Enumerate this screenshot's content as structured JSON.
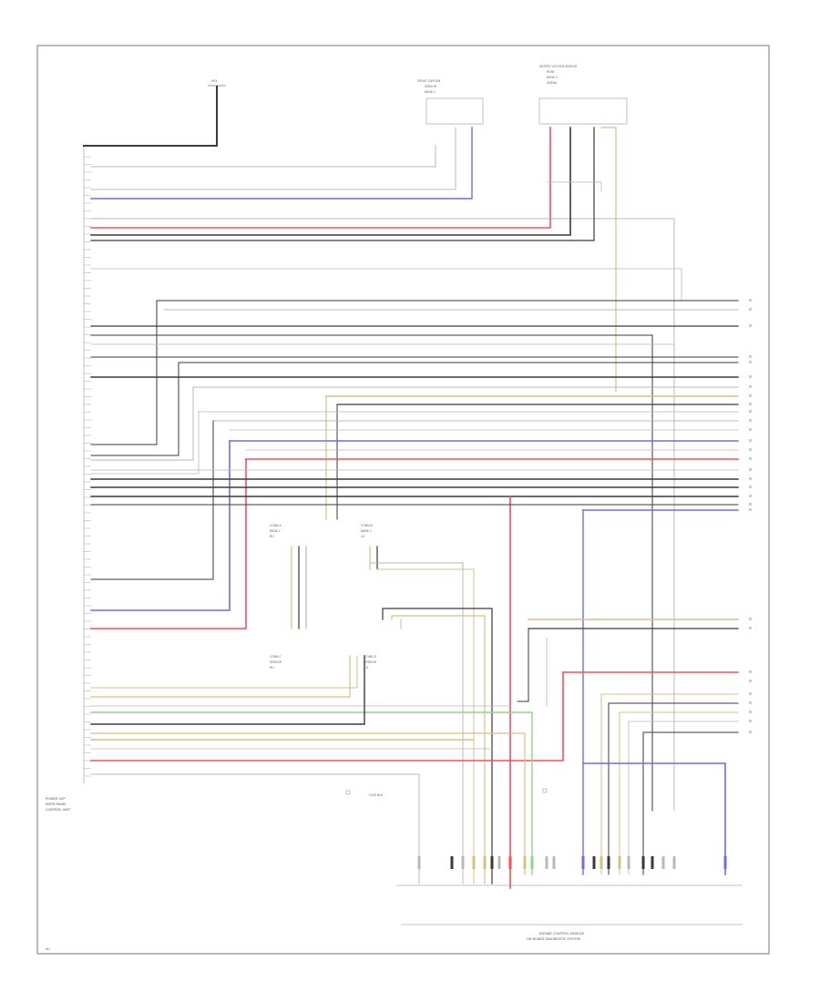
{
  "diagram": {
    "page_code": "W1",
    "caption_top_left_ground": "HEA",
    "left_module": [
      "POWER SUP",
      "INSTR PANEL",
      "CONTROL UNIT"
    ],
    "mid_label": "FUSE BLK",
    "bottom_module": [
      "ENGINE CONTROL MODULE",
      "ON BOARD DIAGNOSTIC SYSTEM"
    ],
    "top_connector_a": [
      "FRONT OXYGEN",
      "SENSOR",
      "BANK 1"
    ],
    "top_connector_b": [
      "HEATED OXYGEN SENSOR",
      "REAR",
      "BANK 2",
      "SIGNAL"
    ],
    "mid_connectors": [
      [
        "CONN A",
        "BANK 1",
        "RH"
      ],
      [
        "CONN B",
        "BANK 2",
        "LH"
      ],
      [
        "CONN C",
        "SENSOR",
        "RH"
      ],
      [
        "CONN D",
        "SENSOR",
        "LH"
      ]
    ]
  },
  "colors": {
    "black": "#3a3a3a",
    "blue": "#6a6aff",
    "red": "#ff4a5a",
    "yellow": "#d8c080",
    "green": "#8ad88a",
    "gray": "#b8b8b8",
    "frame": "#777777"
  }
}
